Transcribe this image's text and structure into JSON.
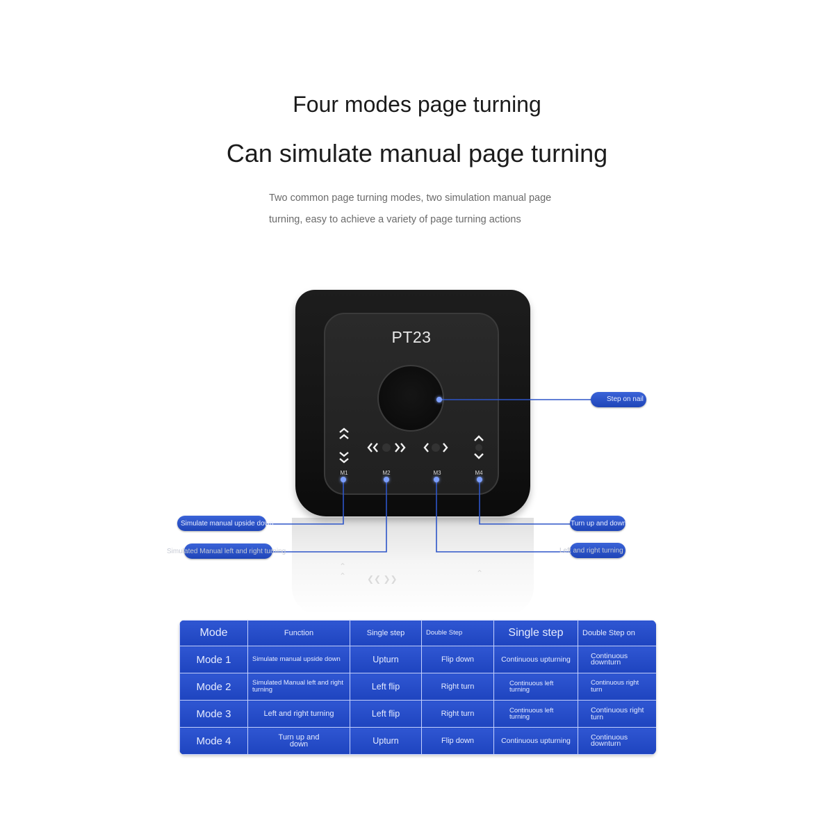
{
  "header": {
    "title": "Four modes page turning",
    "subtitle": "Can simulate manual page turning",
    "description_line1": "Two common page turning modes, two simulation manual page",
    "description_line2": "turning, easy to achieve a variety of page turning actions"
  },
  "device": {
    "model": "PT23",
    "mode_labels": [
      "M1",
      "M2",
      "M3",
      "M4"
    ],
    "icons": {
      "m1": "up-up-down-down-chevrons-icon",
      "m2": "double-left-double-right-chevrons-icon",
      "m3": "left-right-chevrons-icon",
      "m4": "up-down-chevrons-icon"
    },
    "led_color": "#7ea0ff"
  },
  "callouts": {
    "step_on_nail": "Step on nail",
    "m1": "Simulate manual upside down",
    "m2": "Simulated Manual left and right turning",
    "m3": "Left and right turning",
    "m4": "Turn up and down",
    "pill_color": "#2a52c8"
  },
  "table": {
    "headers": [
      "Mode",
      "Function",
      "Single step",
      "Double Step",
      "Single step",
      "Double Step on"
    ],
    "rows": [
      [
        "Mode 1",
        "Simulate manual upside down",
        "Upturn",
        "Flip down",
        "Continuous upturning",
        "Continuous downturn"
      ],
      [
        "Mode 2",
        "Simulated Manual left and right turning",
        "Left flip",
        "Right turn",
        "Continuous left turning",
        "Continuous right turn"
      ],
      [
        "Mode 3",
        "Left and right turning",
        "Left flip",
        "Right turn",
        "Continuous left turning",
        "Continuous right turn"
      ],
      [
        "Mode 4",
        "Turn up and down",
        "Upturn",
        "Flip down",
        "Continuous upturning",
        "Continuous downturn"
      ]
    ],
    "cell_color": "#2a52c8"
  }
}
